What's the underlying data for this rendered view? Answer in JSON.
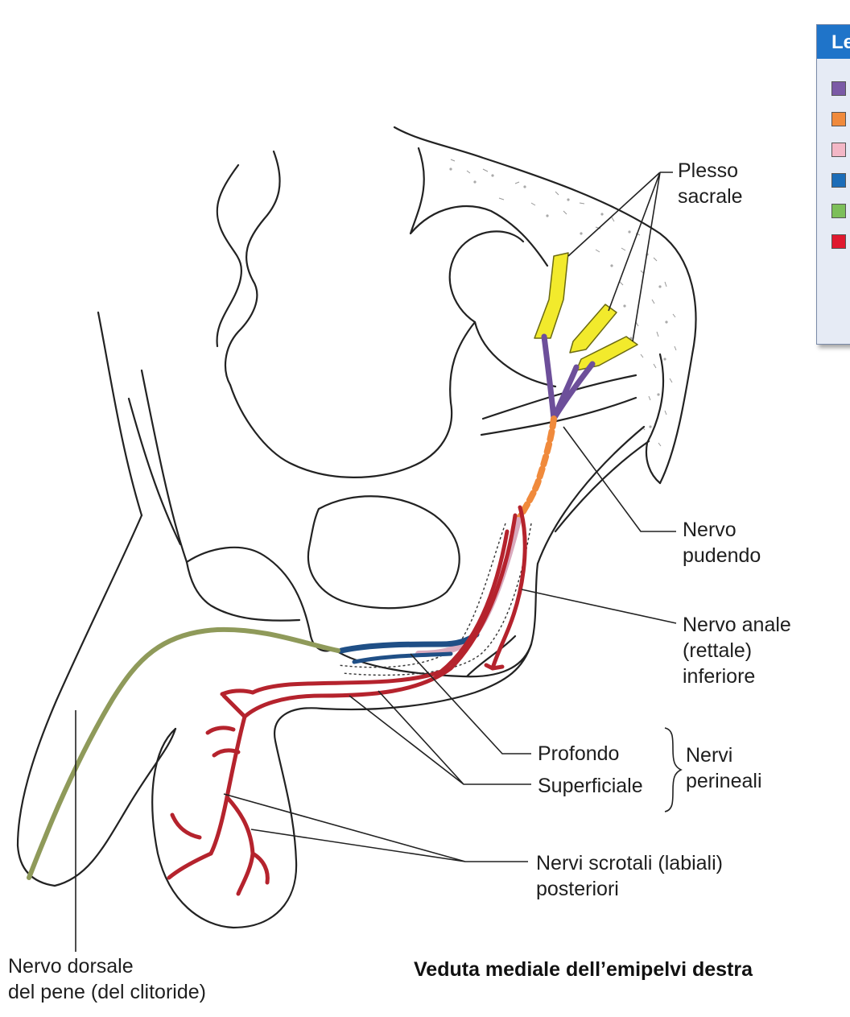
{
  "labels": {
    "plesso_sacrale": [
      "Plesso",
      "sacrale"
    ],
    "nervo_pudendo": [
      "Nervo",
      "pudendo"
    ],
    "nervo_anale": [
      "Nervo anale",
      "(rettale)",
      "inferiore"
    ],
    "profondo": "Profondo",
    "superficiale": "Superficiale",
    "nervi_perineali": [
      "Nervi",
      "perineali"
    ],
    "nervi_scrotali": [
      "Nervi scrotali (labiali)",
      "posteriori"
    ],
    "nervo_dorsale": [
      "Nervo dorsale",
      "del pene (del clitoride)"
    ]
  },
  "caption": "Veduta mediale dell’emipelvi destra",
  "legend": {
    "header_visible": "Le",
    "swatches": [
      {
        "color": "#7b5aa6",
        "name": "purple"
      },
      {
        "color": "#f08a3c",
        "name": "orange"
      },
      {
        "color": "#f3b7c6",
        "name": "pink"
      },
      {
        "color": "#1c6db8",
        "name": "blue"
      },
      {
        "color": "#7dbf5a",
        "name": "green"
      },
      {
        "color": "#e0192f",
        "name": "red"
      }
    ]
  },
  "colors": {
    "sacral_plexus": "#f2ea2c",
    "pudendal_trunk": "#6d4f9a",
    "pudendal_segment": "#f08a3c",
    "perineal_pink": "#d9a9bd",
    "deep_perineal": "#1f4f86",
    "dorsal_nerve": "#8f9a5a",
    "superficial_red": "#b5232d",
    "outline": "#222222",
    "legend_header": "#1f74c9",
    "legend_bg": "#e6ebf5"
  }
}
